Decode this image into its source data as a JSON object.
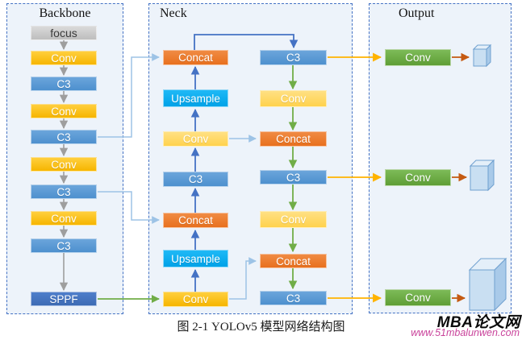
{
  "figure": {
    "caption": "图 2-1 YOLOv5 模型网络结构图"
  },
  "backbone": {
    "title": "Backbone",
    "blocks": [
      "focus",
      "Conv",
      "C3",
      "Conv",
      "C3",
      "Conv",
      "C3",
      "Conv",
      "C3",
      "SPPF"
    ]
  },
  "neck": {
    "title": "Neck",
    "left": [
      "Concat",
      "Upsample",
      "Conv",
      "C3",
      "Concat",
      "Upsample",
      "Conv"
    ],
    "right": [
      "C3",
      "Conv",
      "Concat",
      "C3",
      "Conv",
      "Concat",
      "C3"
    ]
  },
  "output": {
    "title": "Output",
    "convs": [
      "Conv",
      "Conv",
      "Conv"
    ],
    "feature_maps": [
      "small-feature-map",
      "medium-feature-map",
      "large-feature-map"
    ]
  },
  "watermark": {
    "brand": "MBA论文网",
    "url": "www.51mbalunwen.com"
  },
  "colors": {
    "conv_gold": "#FFC000",
    "conv_light_yellow": "#FFD966",
    "c3_blue": "#5B9BD5",
    "sppf_navy": "#4472C4",
    "concat_orange": "#ED7D31",
    "upsample_cyan": "#00B0F0",
    "output_green": "#70AD47",
    "focus_gray": "#BFBFBF",
    "panel_border_blue": "#4472C4",
    "panel_bg": "#EDF3FA",
    "backbone_arrow_gray": "#9E9E9E",
    "up_flow_blue": "#4472C4",
    "down_flow_green": "#70AD47",
    "skip_line_lightblue": "#9DC3E6",
    "to_output_gold": "#FFC000",
    "to_feature_orange": "#C55A11",
    "feature_box_fill": "#C9DFF2",
    "watermark_pink": "#C9439B"
  }
}
